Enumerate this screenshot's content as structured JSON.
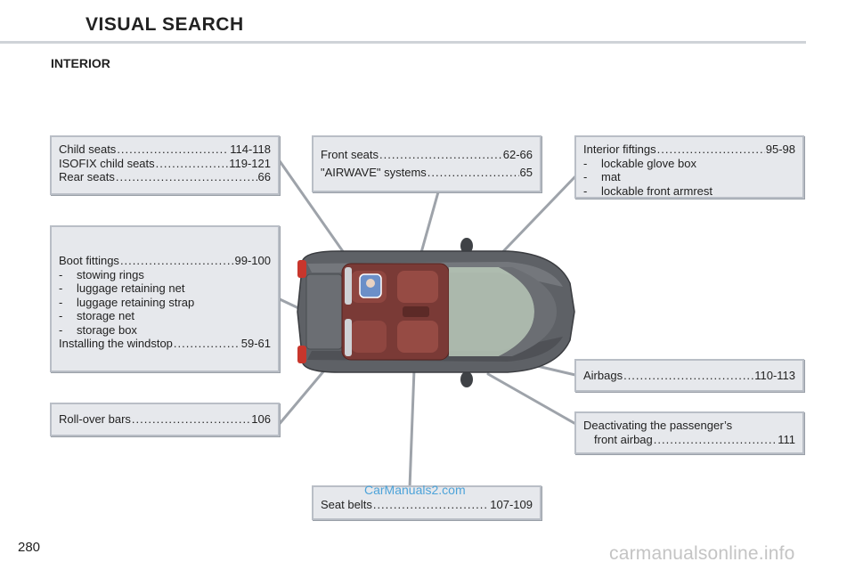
{
  "header": {
    "title": "VISUAL SEARCH"
  },
  "section": {
    "title": "INTERIOR"
  },
  "boxes": {
    "child": {
      "rows": [
        {
          "label": "Child seats",
          "page": "114-118"
        },
        {
          "label": "ISOFIX child seats",
          "page": "119-121"
        },
        {
          "label": "Rear seats",
          "page": "66"
        }
      ]
    },
    "front": {
      "rows": [
        {
          "label": "Front seats",
          "page": "62-66"
        },
        {
          "label": "\"AIRWAVE\" systems",
          "page": "65"
        }
      ]
    },
    "interior": {
      "rows": [
        {
          "label": "Interior fiftings",
          "page": "95-98"
        }
      ],
      "items": [
        "lockable glove box",
        "mat",
        "lockable front armrest"
      ]
    },
    "boot": {
      "rows": [
        {
          "label": "Boot fittings",
          "page": "99-100"
        }
      ],
      "items": [
        "stowing rings",
        "luggage retaining net",
        "luggage retaining strap",
        "storage net",
        "storage box"
      ],
      "rows2": [
        {
          "label": "Installing the windstop",
          "page": "59-61"
        }
      ]
    },
    "rollover": {
      "rows": [
        {
          "label": "Roll-over bars",
          "page": "106"
        }
      ]
    },
    "airbags": {
      "rows": [
        {
          "label": "Airbags",
          "page": "110-113"
        }
      ]
    },
    "deactivating": {
      "line1": "Deactivating the passenger’s",
      "rows": [
        {
          "label": "front airbag",
          "page": "111"
        }
      ]
    },
    "seatbelts": {
      "rows": [
        {
          "label": "Seat belts",
          "page": "107-109"
        }
      ]
    }
  },
  "footer": {
    "page_number": "280",
    "watermark_site": "CarManuals2.com",
    "watermark_bottom": "carmanualsonline.info"
  },
  "colors": {
    "box_fill": "#e6e8ec",
    "box_border": "#b9bec6",
    "car_body": "#5e6166",
    "interior": "#7a3a36",
    "tail_light": "#c8362c",
    "watermark_blue": "#4da3d9"
  }
}
